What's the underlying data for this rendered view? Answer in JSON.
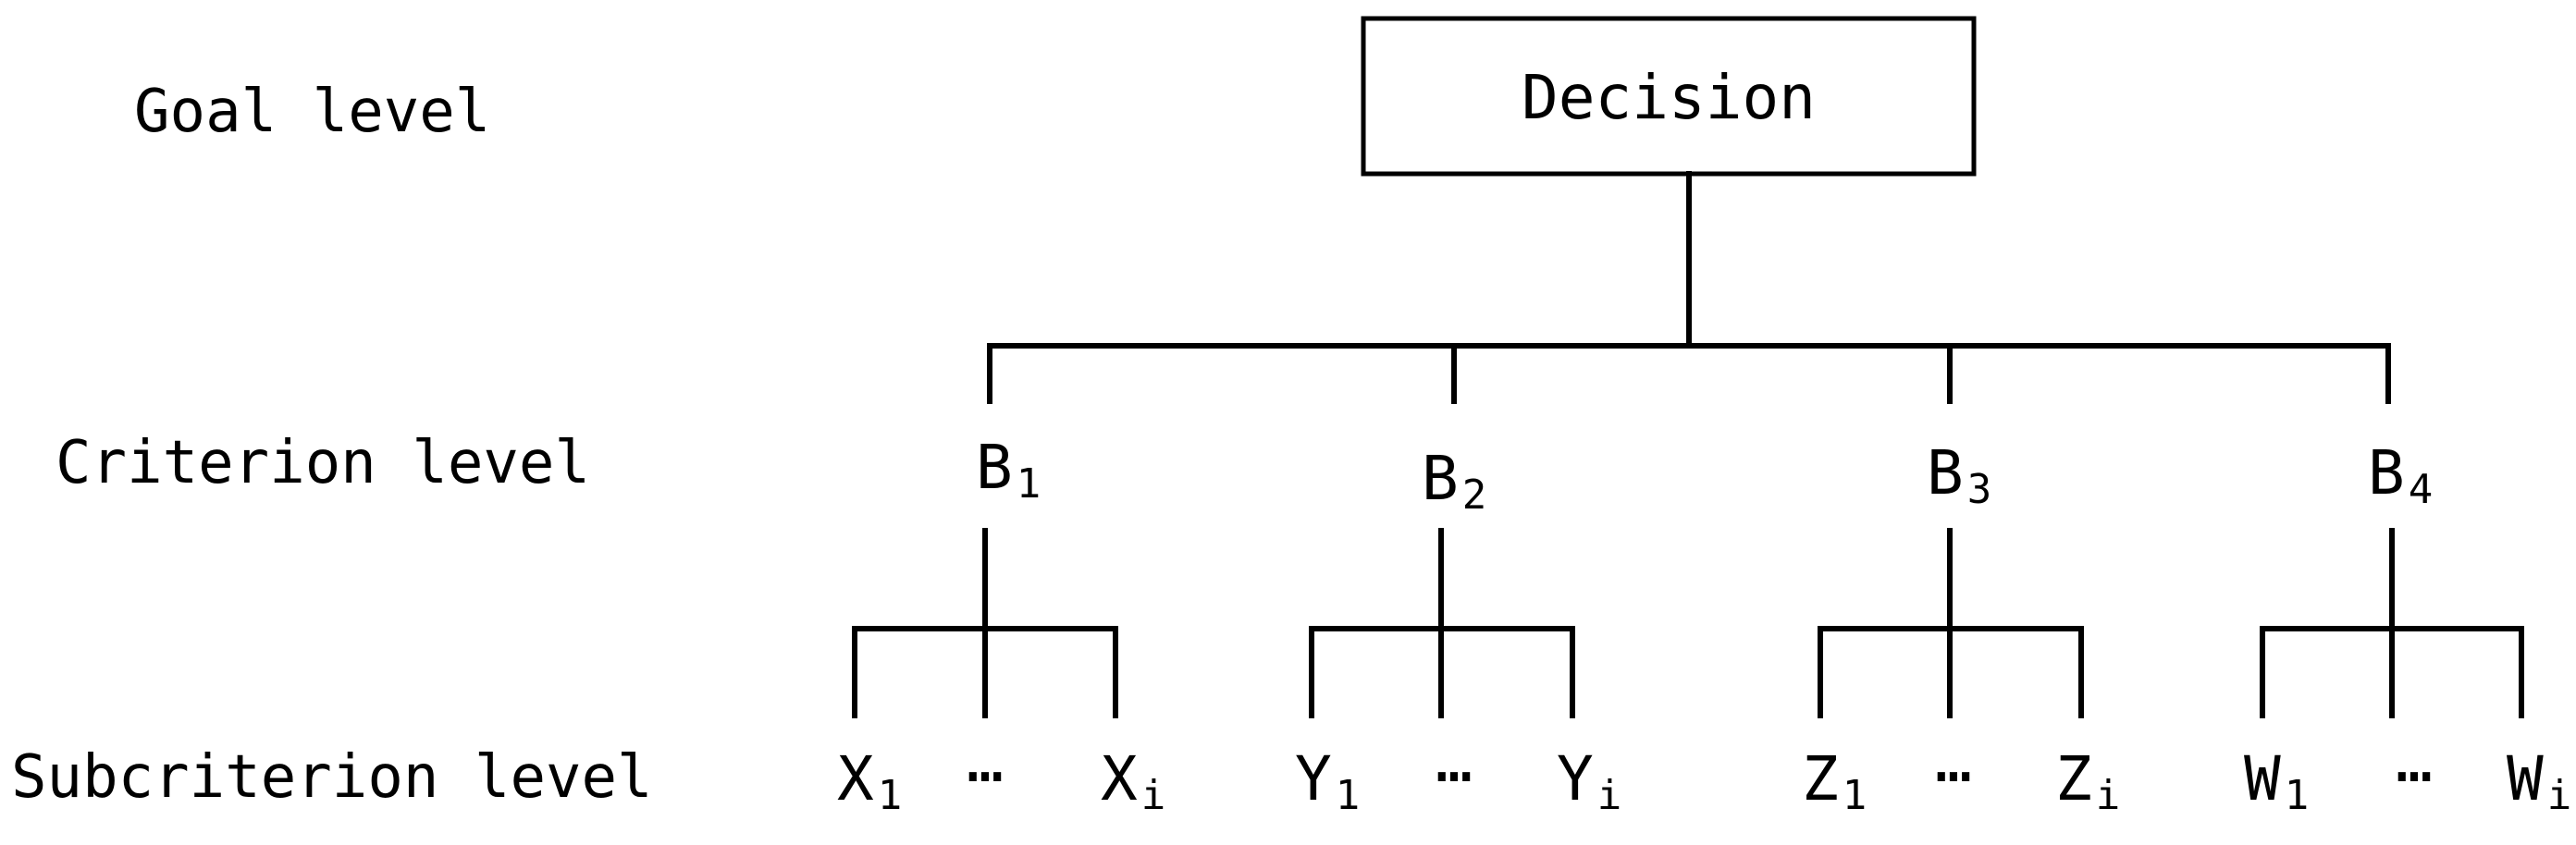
{
  "levels": {
    "goal": "Goal level",
    "criterion": "Criterion level",
    "subcriterion": "Subcriterion level"
  },
  "goal": {
    "label": "Decision"
  },
  "criteria": [
    {
      "main": "B",
      "sub": "1"
    },
    {
      "main": "B",
      "sub": "2"
    },
    {
      "main": "B",
      "sub": "3"
    },
    {
      "main": "B",
      "sub": "4"
    }
  ],
  "subcriteria": [
    {
      "first": {
        "main": "X",
        "sub": "1"
      },
      "ellipsis": "…",
      "last": {
        "main": "X",
        "sub": "i"
      }
    },
    {
      "first": {
        "main": "Y",
        "sub": "1"
      },
      "ellipsis": "…",
      "last": {
        "main": "Y",
        "sub": "i"
      }
    },
    {
      "first": {
        "main": "Z",
        "sub": "1"
      },
      "ellipsis": "…",
      "last": {
        "main": "Z",
        "sub": "i"
      }
    },
    {
      "first": {
        "main": "W",
        "sub": "1"
      },
      "ellipsis": "…",
      "last": {
        "main": "W",
        "sub": "i"
      }
    }
  ]
}
